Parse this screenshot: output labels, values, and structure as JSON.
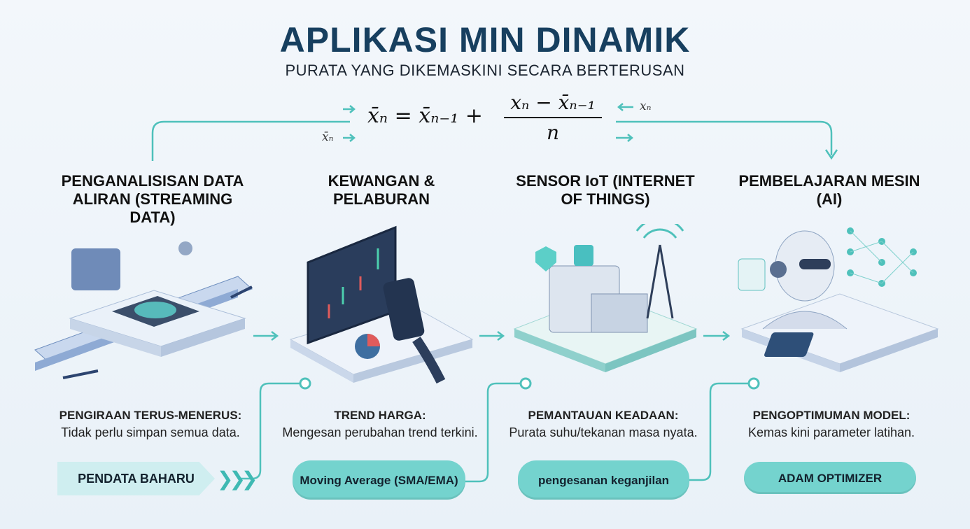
{
  "title": "APLIKASI MIN DINAMIK",
  "subtitle": "PURATA YANG DIKEMASKINI SECARA BERTERUSAN",
  "formula": {
    "lhs": "x̄ₙ = x̄ₙ₋₁ +",
    "numerator": "xₙ − x̄ₙ₋₁",
    "denominator": "n",
    "input_left": "x̄ₙ",
    "input_right": "xₙ"
  },
  "sections": [
    {
      "heading": "PENGANALISISAN DATA ALIRAN (STREAMING DATA)",
      "caption_title": "PENGIRAAN TERUS-MENERUS:",
      "caption_text": "Tidak perlu simpan semua data.",
      "tag": "PENDATA BAHARU",
      "icon": "streaming-chip-icon"
    },
    {
      "heading": "KEWANGAN & PELABURAN",
      "caption_title": "TREND HARGA:",
      "caption_text": "Mengesan perubahan trend terkini.",
      "tag": "Moving Average (SMA/EMA)",
      "icon": "finance-chart-icon"
    },
    {
      "heading": "SENSOR IoT (INTERNET OF THINGS)",
      "caption_title": "PEMANTAUAN KEADAAN:",
      "caption_text": "Purata suhu/tekanan masa nyata.",
      "tag": "pengesanan keganjilan",
      "icon": "iot-sensor-icon"
    },
    {
      "heading": "PEMBELAJARAN MESIN (AI)",
      "caption_title": "PENGOPTIMUMAN MODEL:",
      "caption_text": "Kemas kini parameter latihan.",
      "tag": "ADAM OPTIMIZER",
      "icon": "ai-robot-icon"
    }
  ],
  "colors": {
    "accent": "#74d3ce",
    "title": "#173f5f",
    "line": "#4fc1bb"
  }
}
